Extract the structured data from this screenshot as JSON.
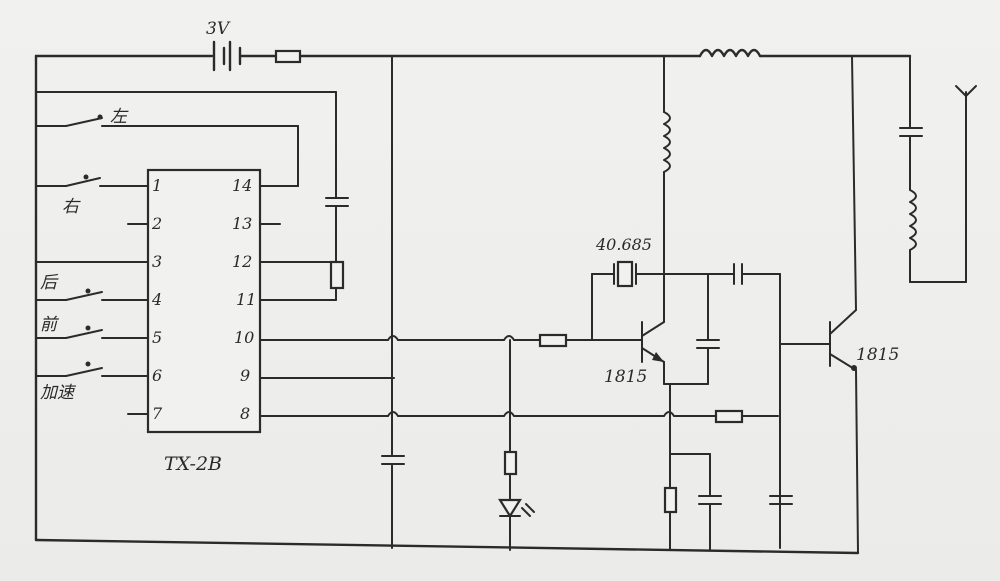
{
  "battery_label": "3V",
  "ic_label": "TX-2B",
  "crystal_label": "40.685",
  "transistor_labels": [
    "1815",
    "1815"
  ],
  "switch_labels": {
    "left": "左",
    "right": "右",
    "back": "后",
    "forward": "前",
    "turbo": "加速"
  },
  "ic_pins_left": [
    "1",
    "2",
    "3",
    "4",
    "5",
    "6",
    "7"
  ],
  "ic_pins_right": [
    "14",
    "13",
    "12",
    "11",
    "10",
    "9",
    "8"
  ],
  "colors": {
    "ink": "#2b2b2b",
    "paper": "#efefed"
  }
}
